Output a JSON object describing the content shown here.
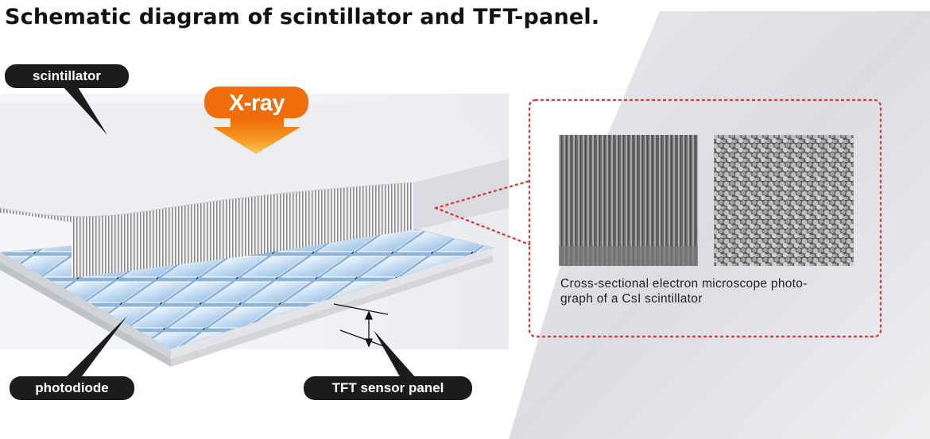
{
  "title": "Schematic diagram of scintillator and TFT-panel.",
  "labels": {
    "scintillator": "scintillator",
    "xray": "X-ray",
    "photodiode": "photodiode",
    "tft_sensor_panel": "TFT sensor panel"
  },
  "caption": {
    "line1": "Cross-sectional electron microscope photo-",
    "line2": "graph of a CsI scintillator"
  },
  "icons": {
    "xray_arrow": "orange-down-arrow-icon",
    "micrograph_cross_section": "needle-crystal-cross-section-image",
    "micrograph_surface": "granular-surface-image"
  },
  "colors": {
    "xray_orange": "#f07a10",
    "callout_dots": "#d6403a",
    "pill_bg": "#1c1c1c"
  }
}
